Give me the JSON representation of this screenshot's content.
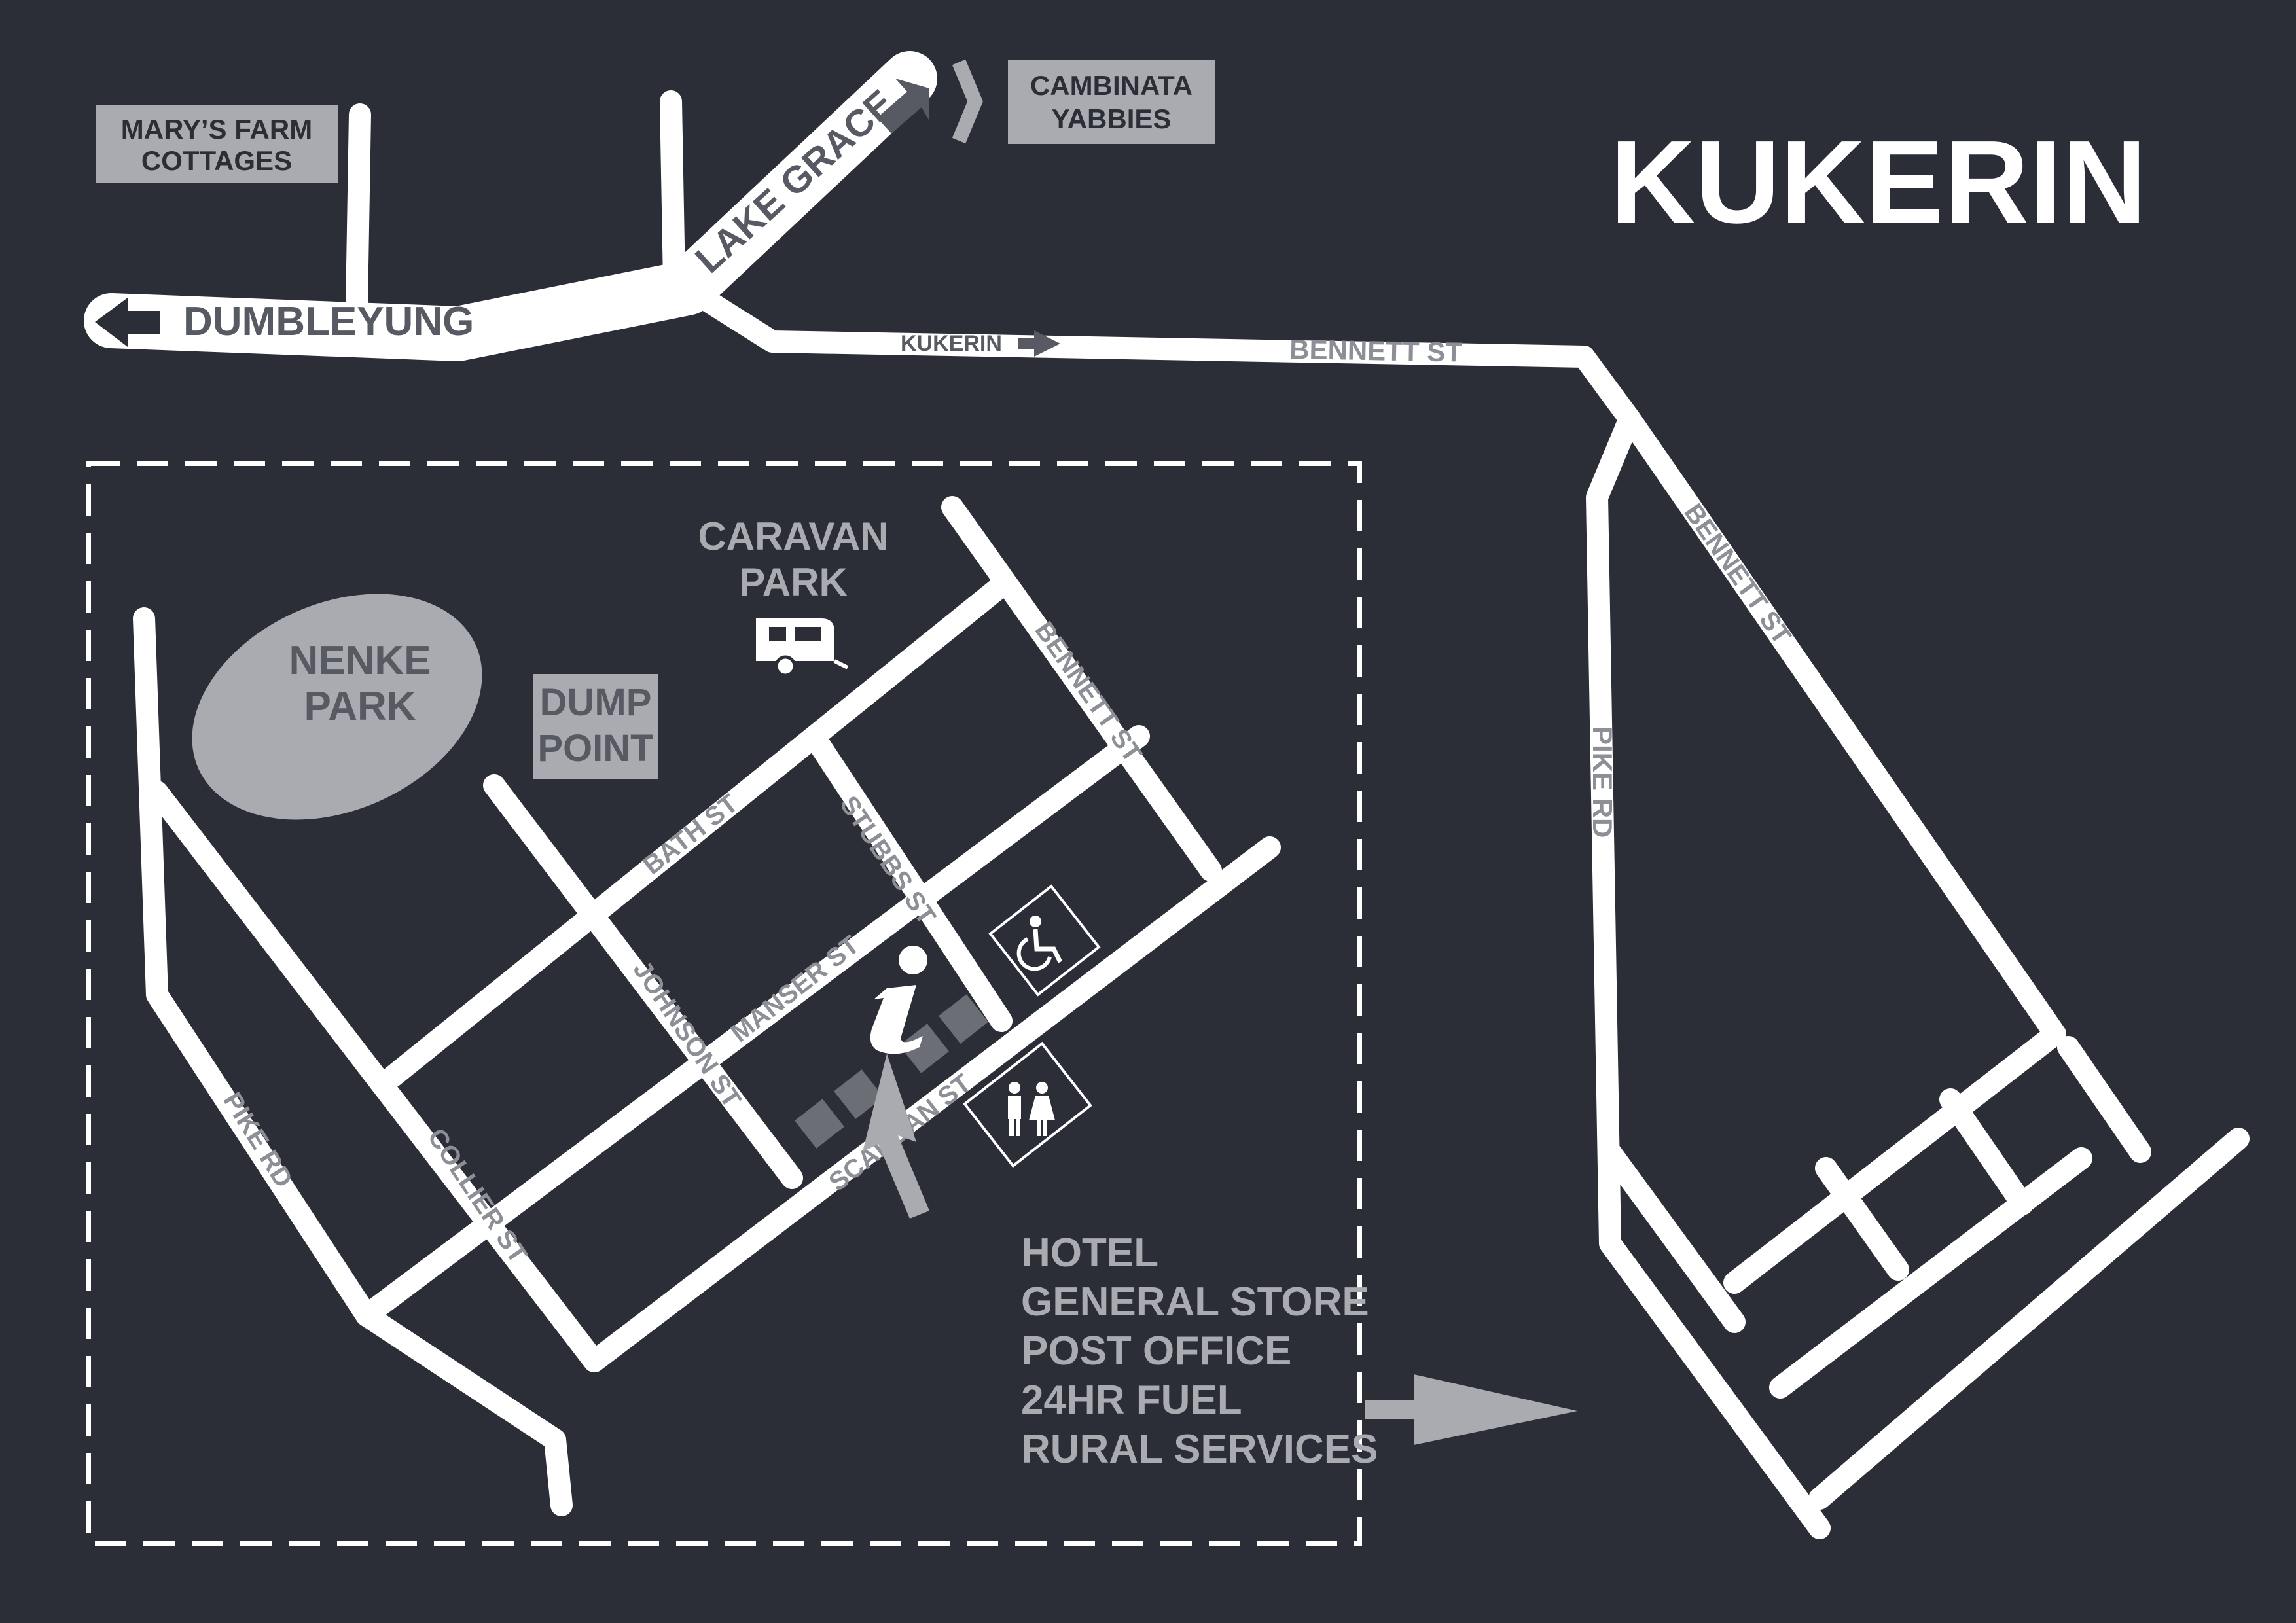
{
  "map": {
    "title": "KUKERIN",
    "colors": {
      "background": "#2b2d37",
      "road": "#ffffff",
      "label_grey": "#a9abb0",
      "road_label": "#8d8f96",
      "building": "#6c6e76"
    },
    "destinations": {
      "marys_farm_line1": "MARY’S FARM",
      "marys_farm_line2": "COTTAGES",
      "cambinata_line1": "CAMBINATA",
      "cambinata_line2": "YABBIES",
      "dumbleyung": "DUMBLEYUNG",
      "lake_grace": "LAKE GRACE",
      "kukerin": "KUKERIN"
    },
    "streets": {
      "bennett_top": "BENNETT ST",
      "bennett_right": "BENNETT ST",
      "bennett_inner": "BENNETT ST",
      "pike_right": "PIKE RD",
      "pike_left": "PIKE RD",
      "bath": "BATH ST",
      "stubbs": "STUBBS ST",
      "manser": "MANSER ST",
      "johnson": "JOHNSON ST",
      "scaddan": "SCADDAN ST",
      "collier": "COLLIER ST"
    },
    "places": {
      "nenke_line1": "NENKE",
      "nenke_line2": "PARK",
      "dump_line1": "DUMP",
      "dump_line2": "POINT",
      "caravan_line1": "CARAVAN",
      "caravan_line2": "PARK"
    },
    "services": [
      "HOTEL",
      "GENERAL STORE",
      "POST OFFICE",
      "24HR FUEL",
      "RURAL SERVICES"
    ],
    "icons": [
      "info-icon",
      "caravan-icon",
      "wheelchair-icon",
      "toilets-icon"
    ]
  }
}
